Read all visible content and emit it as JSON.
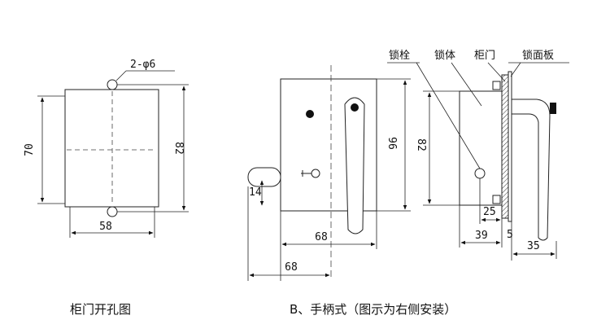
{
  "cutout": {
    "hole_label": "2-φ6",
    "height_dim": "70",
    "hole_spacing_dim": "82",
    "width_dim": "58",
    "caption": "柜门开孔图"
  },
  "handle_view": {
    "labels": {
      "bolt": "锁栓",
      "body": "锁体",
      "door": "柜门",
      "panel": "锁面板"
    },
    "dims": {
      "front_height": "96",
      "bolt_offset": "14",
      "front_width_top": "68",
      "front_width_bottom": "68",
      "side_height": "82",
      "side_25": "25",
      "side_39": "39",
      "side_5": "5",
      "side_35": "35"
    },
    "caption": "B、手柄式（图示为右侧安装）"
  }
}
